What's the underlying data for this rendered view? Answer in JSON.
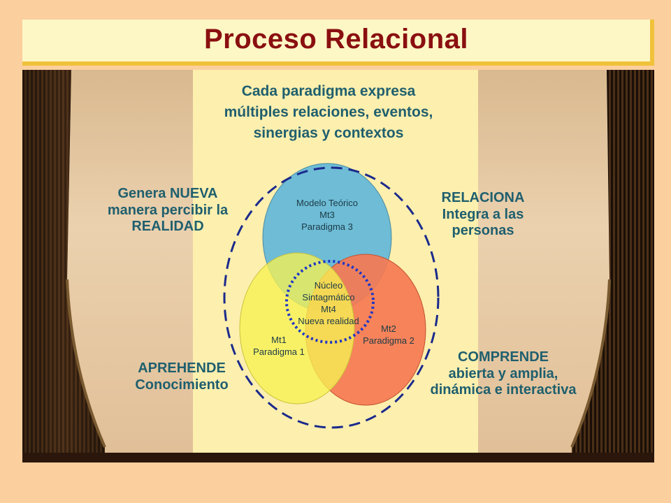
{
  "title": "Proceso Relacional",
  "header_note": "Cada paradigma expresa múltiples relaciones, eventos, sinergias y contextos",
  "quadrants": {
    "top_left": [
      "Genera NUEVA",
      "manera  percibir la",
      "REALIDAD"
    ],
    "top_right": [
      "RELACIONA",
      "Integra a las",
      "personas"
    ],
    "bottom_left": [
      "APREHENDE",
      "Conocimiento"
    ],
    "bottom_right": [
      "COMPRENDE",
      "abierta y amplia,",
      "dinámica e interactiva"
    ]
  },
  "circles": {
    "top": {
      "lines": [
        "Modelo Teórico",
        "Mt3",
        "Paradigma 3"
      ],
      "color": "#6ebcd6"
    },
    "left": {
      "lines": [
        "Mt1",
        "Paradigma 1"
      ],
      "color": "#f6f152"
    },
    "right": {
      "lines": [
        "Mt2",
        "Paradigma 2"
      ],
      "color": "#f57a52"
    },
    "core": {
      "lines": [
        "Núcleo",
        "Sintagmático",
        "Mt4",
        "Nueva realidad"
      ]
    }
  },
  "colors": {
    "title_text": "#8a0f10",
    "body_text": "#1f5f6e",
    "outer_dash": "#1b2a8c",
    "core_dots": "#1e35c8",
    "paper": "#fdefae",
    "background": "#fbcf9e"
  }
}
